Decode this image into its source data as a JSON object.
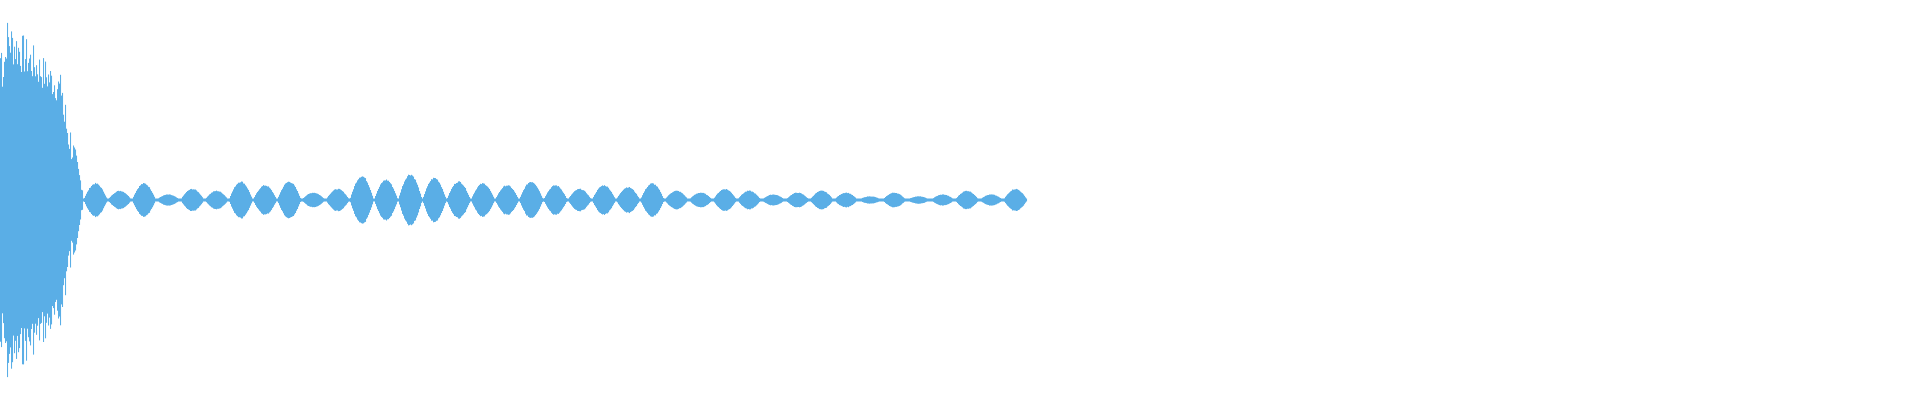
{
  "waveform": {
    "color": "#5aaee6",
    "background": "#ffffff",
    "played_fraction": 0.0,
    "duration_fraction_with_audio": 0.535,
    "description_free": true,
    "envelope": {
      "_comment_removed": null,
      "burst_peak": 1.0,
      "burst_end_fraction": 0.033,
      "tail_level": 0.1,
      "tail_pulses": [
        0.09,
        0.05,
        0.09,
        0.03,
        0.06,
        0.05,
        0.1,
        0.08,
        0.1,
        0.04,
        0.06,
        0.13,
        0.11,
        0.14,
        0.12,
        0.1,
        0.09,
        0.08,
        0.1,
        0.08,
        0.06,
        0.08,
        0.07,
        0.09,
        0.05,
        0.04,
        0.06,
        0.05,
        0.03,
        0.04,
        0.05,
        0.04,
        0.02,
        0.04,
        0.02,
        0.03,
        0.05,
        0.03,
        0.06
      ]
    }
  }
}
